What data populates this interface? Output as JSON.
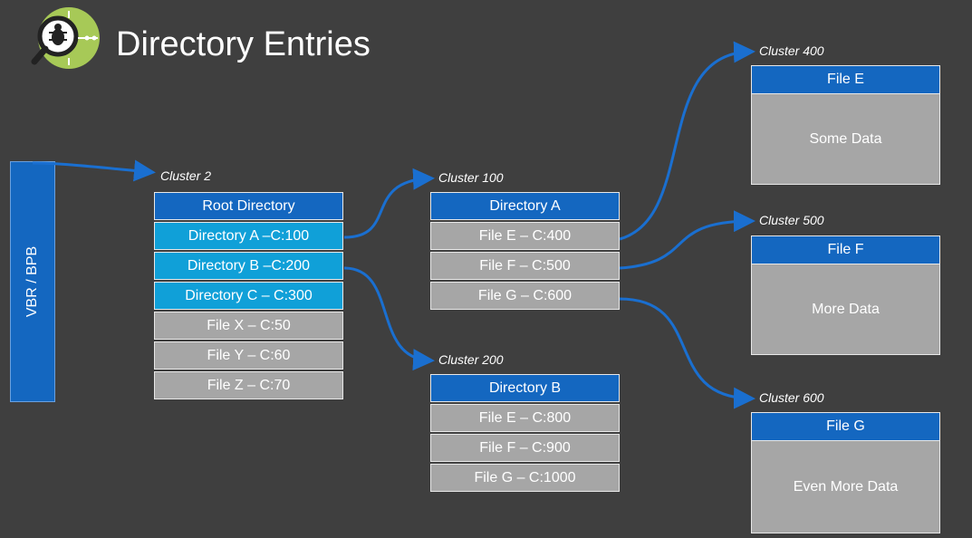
{
  "title": "Directory Entries",
  "logo_icon": "magnifier-bug-icon",
  "vbr_label": "VBR / BPB",
  "root": {
    "cluster": "Cluster 2",
    "header": "Root Directory",
    "entries": [
      {
        "label": "Directory A –C:100",
        "kind": "dir"
      },
      {
        "label": "Directory B –C:200",
        "kind": "dir"
      },
      {
        "label": "Directory C – C:300",
        "kind": "dir"
      },
      {
        "label": "File X – C:50",
        "kind": "file"
      },
      {
        "label": "File Y – C:60",
        "kind": "file"
      },
      {
        "label": "File Z – C:70",
        "kind": "file"
      }
    ]
  },
  "dir_a": {
    "cluster": "Cluster 100",
    "header": "Directory A",
    "entries": [
      "File E – C:400",
      "File F – C:500",
      "File G – C:600"
    ]
  },
  "dir_b": {
    "cluster": "Cluster 200",
    "header": "Directory B",
    "entries": [
      "File E – C:800",
      "File F – C:900",
      "File G – C:1000"
    ]
  },
  "file_e": {
    "cluster": "Cluster 400",
    "header": "File E",
    "body": "Some Data"
  },
  "file_f": {
    "cluster": "Cluster 500",
    "header": "File F",
    "body": "More Data"
  },
  "file_g": {
    "cluster": "Cluster 600",
    "header": "File G",
    "body": "Even More Data"
  },
  "colors": {
    "background": "#3f3f3f",
    "header_blue": "#1467c0",
    "dir_cyan": "#10a0d8",
    "file_gray": "#a6a6a6",
    "arrow": "#1a6fd0"
  }
}
